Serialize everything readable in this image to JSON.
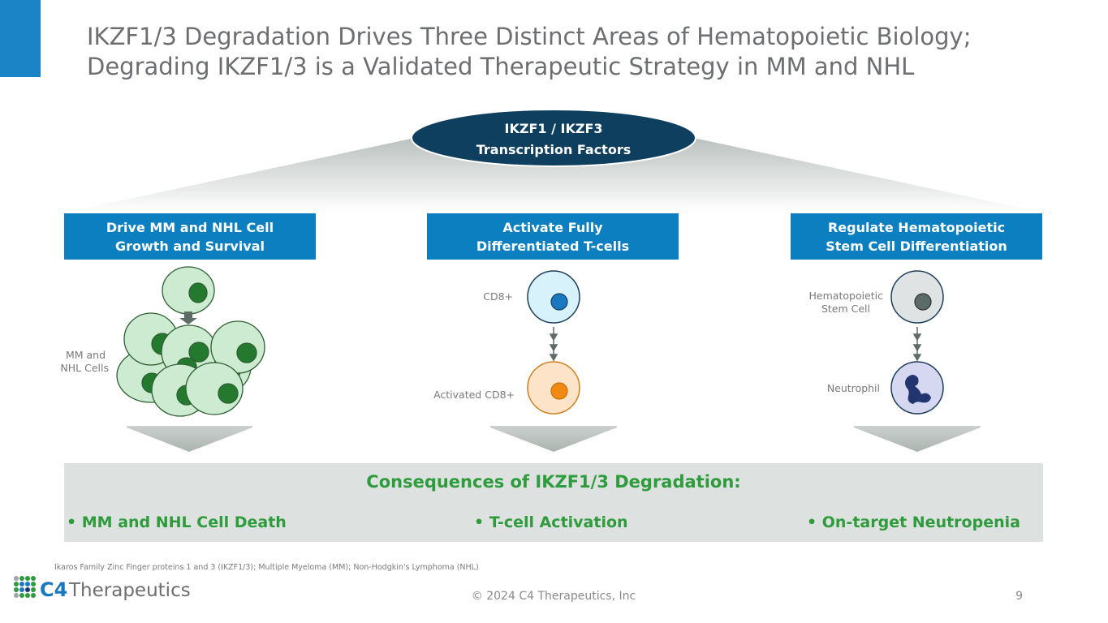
{
  "title": {
    "line1": "IKZF1/3 Degradation Drives Three Distinct Areas of Hematopoietic Biology;",
    "line2": "Degrading IKZF1/3 is a Validated Therapeutic Strategy in MM and NHL"
  },
  "hub": {
    "line1": "IKZF1 / IKZF3",
    "line2": "Transcription Factors"
  },
  "columns": [
    {
      "line1": "Drive MM and NHL Cell",
      "line2": "Growth and Survival",
      "labels": [
        "MM and",
        "NHL Cells"
      ]
    },
    {
      "line1": "Activate Fully",
      "line2": "Differentiated T-cells",
      "labels": [
        "CD8+",
        "Activated CD8+"
      ]
    },
    {
      "line1": "Regulate Hematopoietic",
      "line2": "Stem Cell Differentiation",
      "labels": [
        "Hematopoietic",
        "Stem Cell",
        "Neutrophil"
      ]
    }
  ],
  "consequences": {
    "title": "Consequences of IKZF1/3 Degradation:",
    "items": [
      "• MM and NHL Cell Death",
      "• T-cell Activation",
      "• On-target Neutropenia"
    ]
  },
  "footnote": "Ikaros Family Zinc Finger proteins 1 and 3 (IKZF1/3); Multiple Myeloma (MM); Non-Hodgkin's Lymphoma (NHL)",
  "logo": {
    "c4": "C4",
    "name": "Therapeutics"
  },
  "copyright": "© 2024 C4 Therapeutics, Inc",
  "page_number": "9",
  "colors": {
    "accent": "#1a84c6",
    "navy": "#0e3f5f",
    "box_blue": "#0b7fc0",
    "green": "#2e9b3c",
    "panel": "#dde1df"
  }
}
